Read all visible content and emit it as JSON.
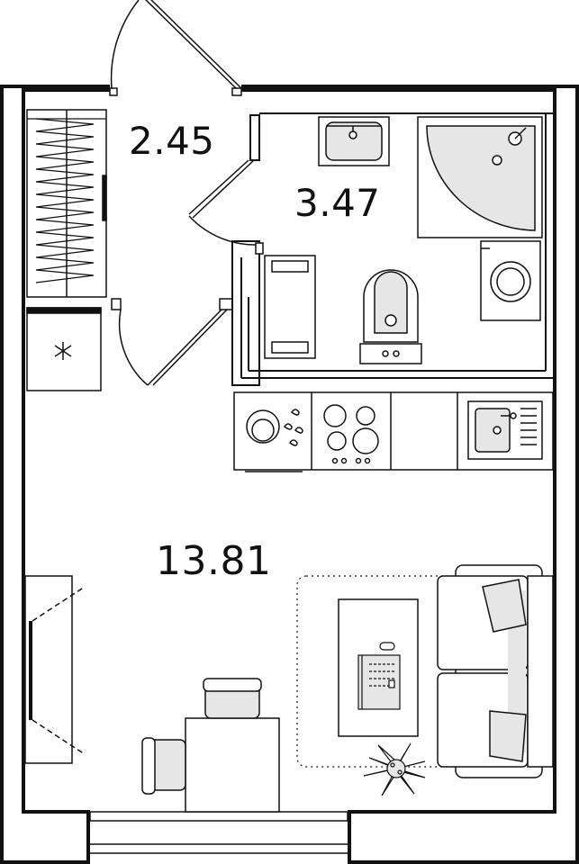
{
  "floorplan": {
    "rooms": [
      {
        "key": "hallway",
        "area": "2.45"
      },
      {
        "key": "bathroom",
        "area": "3.47"
      },
      {
        "key": "living-room",
        "area": "13.81"
      }
    ],
    "colors": {
      "wall": "#111111",
      "fixture_fill": "#e6e6e6",
      "background": "#ffffff"
    },
    "icons": [
      "snowflake-icon",
      "sink-icon",
      "shower-icon",
      "toilet-icon",
      "washing-machine-icon",
      "stove-icon",
      "kitchen-sink-icon",
      "sofa-icon",
      "laptop-icon",
      "plant-icon",
      "chair-icon",
      "tv-icon"
    ]
  }
}
